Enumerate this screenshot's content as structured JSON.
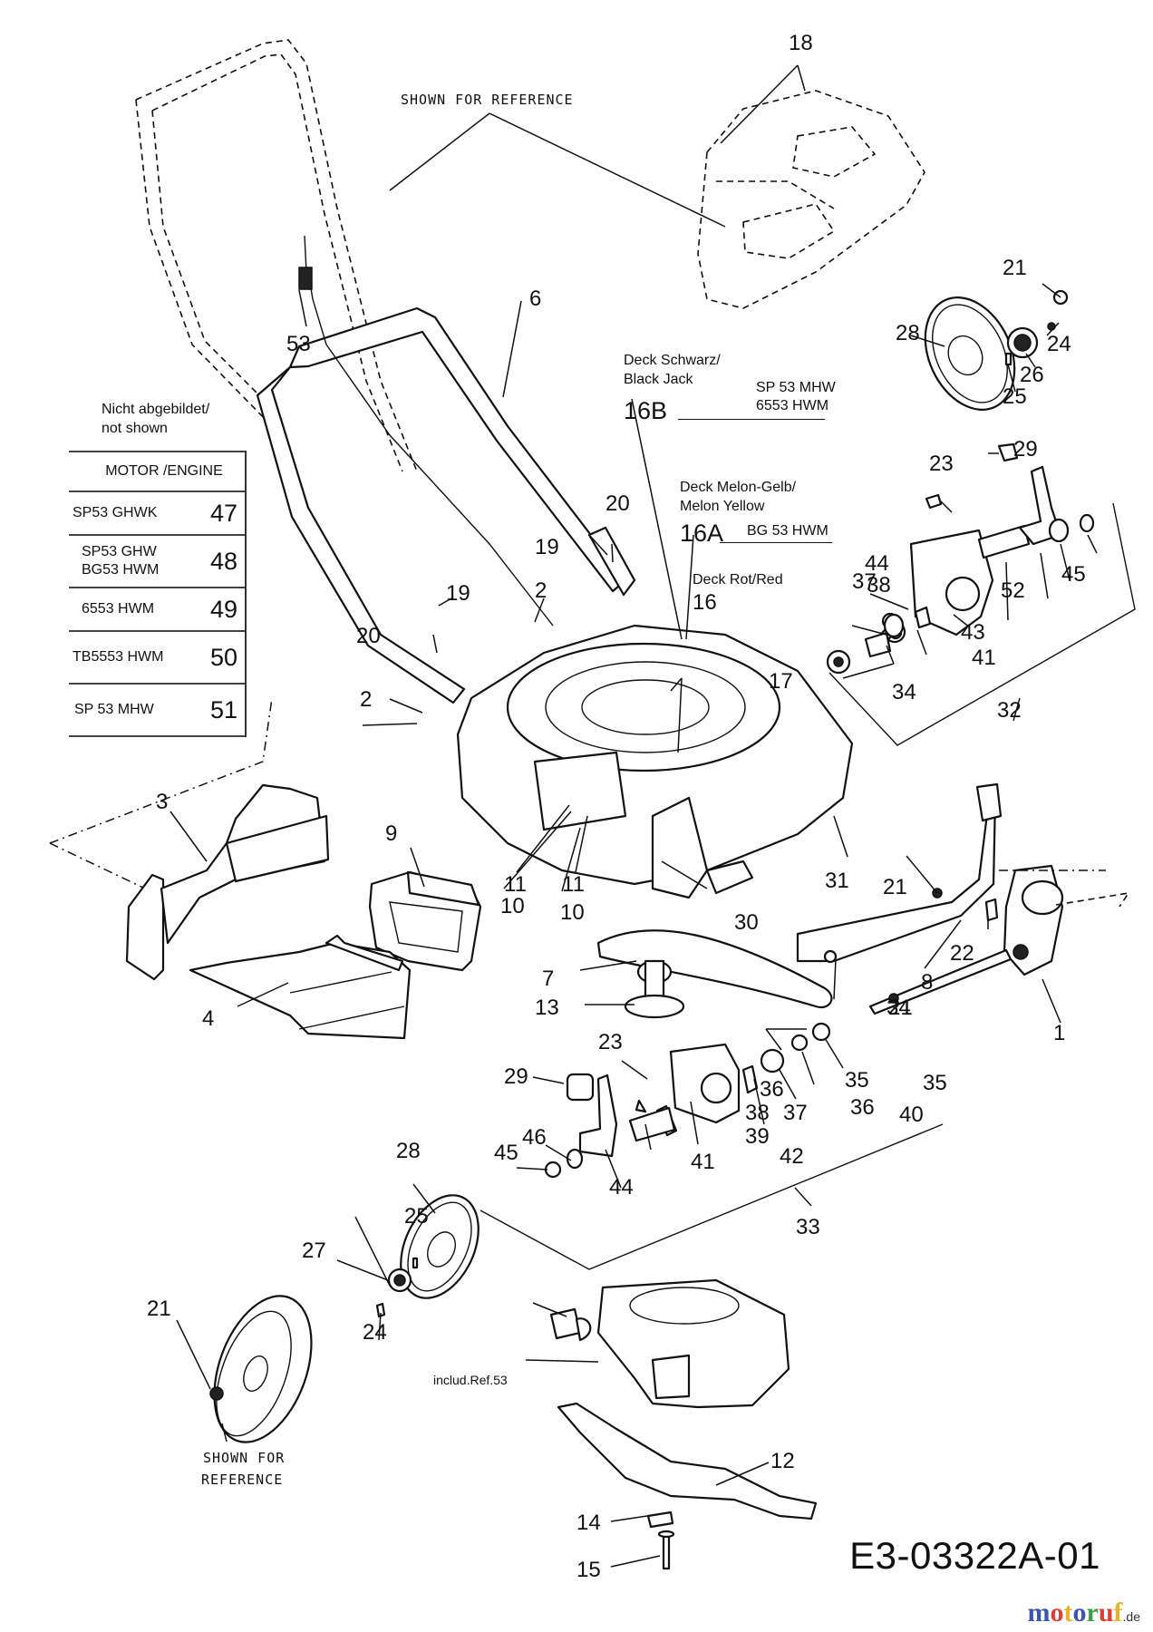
{
  "diagram": {
    "drawing_number": "E3-03322A-01",
    "brand": {
      "letters": [
        {
          "ch": "m",
          "color": "#3a57b0"
        },
        {
          "ch": "o",
          "color": "#d8423a"
        },
        {
          "ch": "t",
          "color": "#e8b22a"
        },
        {
          "ch": "o",
          "color": "#3a57b0"
        },
        {
          "ch": "r",
          "color": "#3c9c46"
        },
        {
          "ch": "u",
          "color": "#d8423a"
        },
        {
          "ch": "f",
          "color": "#e8b22a"
        }
      ],
      "tld": ".de"
    },
    "captions": {
      "shown_for_reference_top": "SHOWN FOR REFERENCE",
      "shown_for_reference_wheel_1": "SHOWN FOR",
      "shown_for_reference_wheel_2": "REFERENCE",
      "includes_ref": "includ.Ref.53"
    },
    "deck_variants": {
      "black": {
        "line1": "Deck Schwarz/",
        "line2": "Black Jack",
        "ref": "16B",
        "models_1": "SP 53 MHW",
        "models_2": "6553 HWM"
      },
      "yellow": {
        "line1": "Deck Melon-Gelb/",
        "line2": "Melon Yellow",
        "ref": "16A",
        "models_1": "BG 53 HWM"
      },
      "red": {
        "line1": "Deck Rot/Red",
        "ref": "16"
      }
    },
    "engine_table": {
      "title_1": "Nicht abgebildet/",
      "title_2": "not shown",
      "header": "MOTOR /ENGINE",
      "rows": [
        {
          "model": "SP53 GHWK",
          "ref": "47"
        },
        {
          "model": "SP53 GHW",
          "model_2": "BG53 HWM",
          "ref": "48"
        },
        {
          "model": "6553 HWM",
          "ref": "49"
        },
        {
          "model": "TB5553 HWM",
          "ref": "50"
        },
        {
          "model": "SP 53 MHW",
          "ref": "51"
        }
      ]
    },
    "callouts": [
      "1",
      "2",
      "2",
      "3",
      "4",
      "6",
      "7",
      "8",
      "9",
      "10",
      "10",
      "11",
      "11",
      "12",
      "13",
      "14",
      "15",
      "17",
      "18",
      "19",
      "19",
      "20",
      "20",
      "21",
      "21",
      "21",
      "21",
      "22",
      "23",
      "23",
      "24",
      "24",
      "25",
      "25",
      "26",
      "27",
      "28",
      "28",
      "29",
      "29",
      "30",
      "31",
      "32",
      "33",
      "34",
      "34",
      "35",
      "35",
      "36",
      "36",
      "37",
      "37",
      "38",
      "38",
      "39",
      "40",
      "41",
      "41",
      "42",
      "43",
      "44",
      "44",
      "45",
      "45",
      "46",
      "52",
      "53"
    ]
  }
}
